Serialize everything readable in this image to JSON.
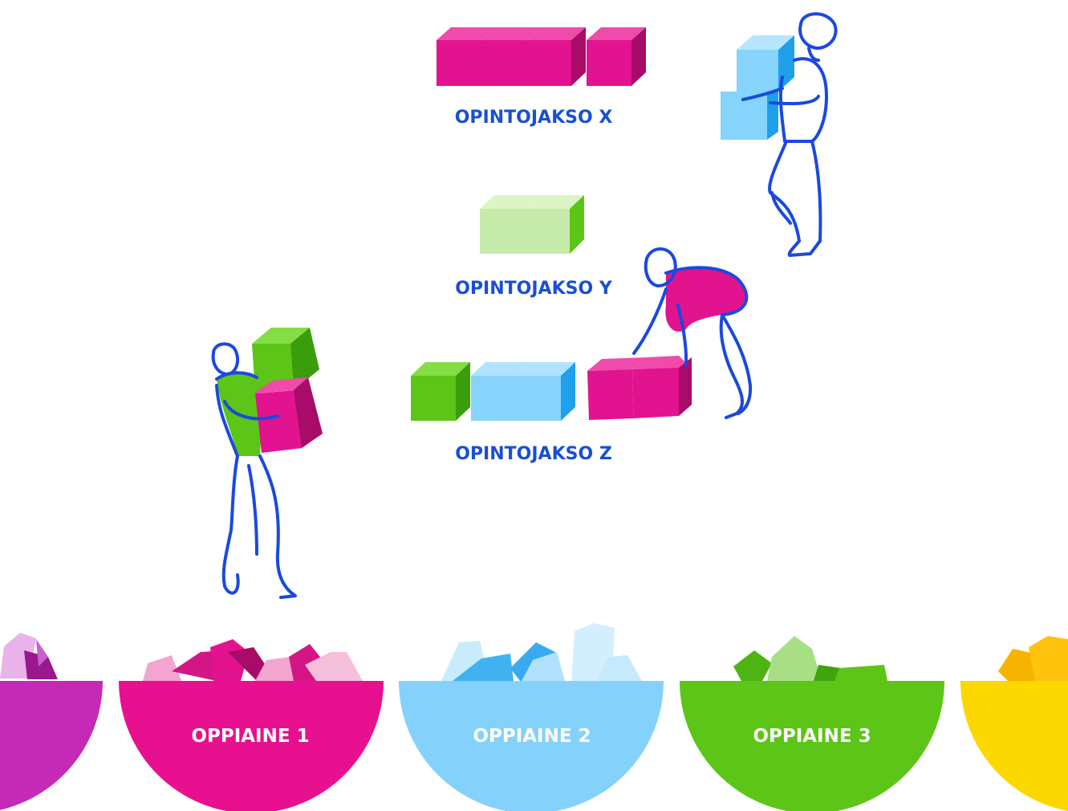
{
  "courses": [
    {
      "label": "OPINTOJAKSO X"
    },
    {
      "label": "OPINTOJAKSO Y"
    },
    {
      "label": "OPINTOJAKSO Z"
    }
  ],
  "subjects": [
    {
      "label": "OPPIAINE 1"
    },
    {
      "label": "OPPIAINE 2"
    },
    {
      "label": "OPPIAINE 3"
    }
  ],
  "colors": {
    "label_text": "#1a4fd0",
    "bowl_label_text": "#ffffff",
    "magenta": "#e2138f",
    "light_blue": "#86d3fb",
    "blue": "#3aaaf0",
    "green": "#5cc517",
    "light_green": "#c7ebaa",
    "purple": "#c42ab6",
    "yellow": "#fdd700",
    "outline": "#1b49dd"
  }
}
